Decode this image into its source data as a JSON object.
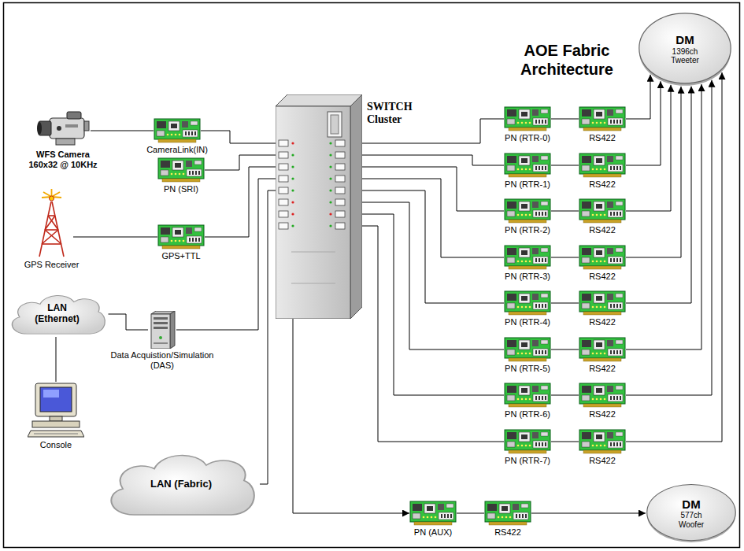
{
  "diagram": {
    "title": "AOE Fabric Architecture",
    "nodes": [
      {
        "text": [
          "WFS Camera 160x32 @ 10KHz"
        ]
      },
      {
        "text": [
          "CameraLink(IN)"
        ]
      },
      {
        "text": [
          "SWITCH Cluster"
        ]
      },
      {
        "text": [
          "PN (SRI)"
        ]
      },
      {
        "text": [
          "GPS Receiver"
        ]
      },
      {
        "text": [
          "GPS+TTL"
        ]
      },
      {
        "text": [
          "LAN (Ethernet)"
        ]
      },
      {
        "text": [
          "Data Acquistion/Simulation (DAS)"
        ]
      },
      {
        "text": [
          "Console"
        ]
      },
      {
        "text": [
          "LAN (Fabric)"
        ]
      },
      {
        "text": [
          "PN (RTR-0)"
        ]
      },
      {
        "text": [
          "PN (RTR-1)"
        ]
      },
      {
        "text": [
          "PN (RTR-2)"
        ]
      },
      {
        "text": [
          "PN (RTR-3)"
        ]
      },
      {
        "text": [
          "PN (RTR-4)"
        ]
      },
      {
        "text": [
          "PN (RTR-5)"
        ]
      },
      {
        "text": [
          "PN (RTR-6)"
        ]
      },
      {
        "text": [
          "PN (RTR-7)"
        ]
      },
      {
        "text": [
          "RS422"
        ]
      },
      {
        "text": [
          "RS422"
        ]
      },
      {
        "text": [
          "RS422"
        ]
      },
      {
        "text": [
          "RS422"
        ]
      },
      {
        "text": [
          "RS422"
        ]
      },
      {
        "text": [
          "RS422"
        ]
      },
      {
        "text": [
          "RS422"
        ]
      },
      {
        "text": [
          "RS422"
        ]
      },
      {
        "text": [
          "PN (AUX)"
        ]
      },
      {
        "text": [
          "RS422"
        ]
      },
      {
        "text": [
          "DM",
          "1396ch Tweeter"
        ]
      },
      {
        "text": [
          "DM",
          "577ch Woofer"
        ]
      }
    ],
    "edges": [
      {
        "from": 0,
        "to": 1,
        "arrow": "none"
      },
      {
        "from": 1,
        "to": 2,
        "arrow": "none"
      },
      {
        "from": 3,
        "to": 2,
        "arrow": "none"
      },
      {
        "from": 4,
        "to": 5,
        "arrow": "none"
      },
      {
        "from": 5,
        "to": 2,
        "arrow": "none"
      },
      {
        "from": 6,
        "to": 7,
        "arrow": "none"
      },
      {
        "from": 6,
        "to": 8,
        "arrow": "none"
      },
      {
        "from": 7,
        "to": 2,
        "arrow": "none"
      },
      {
        "from": 9,
        "to": 2,
        "arrow": "none"
      },
      {
        "from": 2,
        "to": 10,
        "arrow": "none"
      },
      {
        "from": 2,
        "to": 11,
        "arrow": "none"
      },
      {
        "from": 2,
        "to": 12,
        "arrow": "none"
      },
      {
        "from": 2,
        "to": 13,
        "arrow": "none"
      },
      {
        "from": 2,
        "to": 14,
        "arrow": "none"
      },
      {
        "from": 2,
        "to": 15,
        "arrow": "none"
      },
      {
        "from": 2,
        "to": 16,
        "arrow": "none"
      },
      {
        "from": 2,
        "to": 17,
        "arrow": "none"
      },
      {
        "from": 10,
        "to": 18,
        "arrow": "none"
      },
      {
        "from": 11,
        "to": 19,
        "arrow": "none"
      },
      {
        "from": 12,
        "to": 20,
        "arrow": "none"
      },
      {
        "from": 13,
        "to": 21,
        "arrow": "none"
      },
      {
        "from": 14,
        "to": 22,
        "arrow": "none"
      },
      {
        "from": 15,
        "to": 23,
        "arrow": "none"
      },
      {
        "from": 16,
        "to": 24,
        "arrow": "none"
      },
      {
        "from": 17,
        "to": 25,
        "arrow": "none"
      },
      {
        "from": 18,
        "to": 28,
        "arrow": "to"
      },
      {
        "from": 19,
        "to": 28,
        "arrow": "to"
      },
      {
        "from": 20,
        "to": 28,
        "arrow": "to"
      },
      {
        "from": 21,
        "to": 28,
        "arrow": "to"
      },
      {
        "from": 22,
        "to": 28,
        "arrow": "to"
      },
      {
        "from": 23,
        "to": 28,
        "arrow": "to"
      },
      {
        "from": 24,
        "to": 28,
        "arrow": "to"
      },
      {
        "from": 25,
        "to": 28,
        "arrow": "to"
      },
      {
        "from": 2,
        "to": 26,
        "arrow": "to"
      },
      {
        "from": 26,
        "to": 27,
        "arrow": "none"
      },
      {
        "from": 27,
        "to": 29,
        "arrow": "to"
      }
    ]
  }
}
